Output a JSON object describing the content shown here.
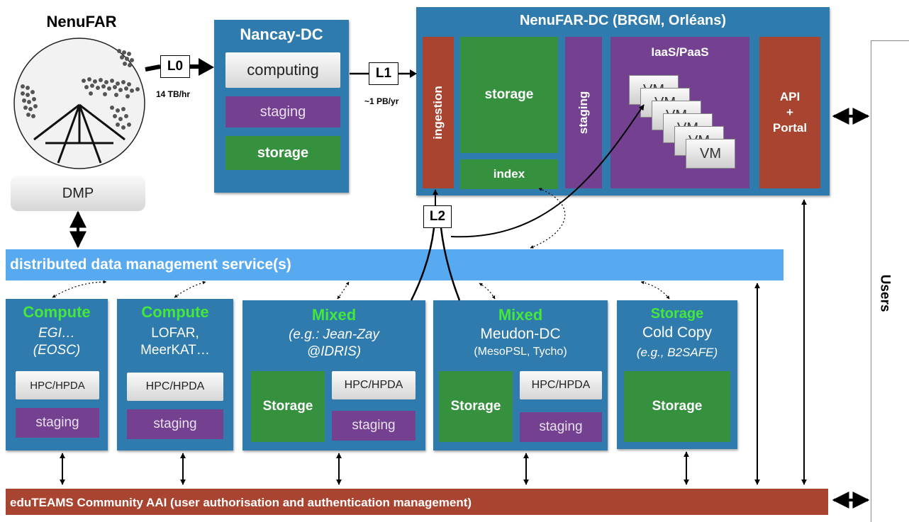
{
  "nenufar": {
    "title": "NenuFAR",
    "dmp": "DMP"
  },
  "links": {
    "l0": "L0",
    "l0_rate": "14 TB/hr",
    "l1": "L1",
    "l1_rate": "~1 PB/yr",
    "l2": "L2"
  },
  "nancay": {
    "title": "Nancay-DC",
    "computing": "computing",
    "staging": "staging",
    "storage": "storage"
  },
  "nenufar_dc": {
    "title": "NenuFAR-DC (BRGM, Orléans)",
    "ingestion": "ingestion",
    "storage": "storage",
    "index": "index",
    "staging": "staging",
    "iaas": "IaaS/PaaS",
    "vm": "VM",
    "api": "API\n+\nPortal"
  },
  "ddms": {
    "label": "distributed data management service(s)"
  },
  "sites": [
    {
      "title": "Compute",
      "line1": "EGI…",
      "line2": "(EOSC)",
      "hpc": "HPC/HPDA",
      "staging": "staging"
    },
    {
      "title": "Compute",
      "line1": "LOFAR,",
      "line2": "MeerKAT…",
      "hpc": "HPC/HPDA",
      "staging": "staging"
    },
    {
      "title": "Mixed",
      "line1": "(e.g.: Jean-Zay",
      "line2": "@IDRIS)",
      "storage": "Storage",
      "hpc": "HPC/HPDA",
      "staging": "staging"
    },
    {
      "title": "Mixed",
      "line1": "Meudon-DC",
      "line2": "(MesoPSL, Tycho)",
      "storage": "Storage",
      "hpc": "HPC/HPDA",
      "staging": "staging"
    },
    {
      "title": "Storage",
      "line1": "Cold Copy",
      "line2": "(e.g., B2SAFE)",
      "storage": "Storage"
    }
  ],
  "aai": {
    "label": "eduTEAMS Community AAI (user authorisation and authentication management)"
  },
  "users": {
    "label": "Users"
  },
  "colors": {
    "blue": "#2f7bad",
    "green": "#36913f",
    "purple": "#744090",
    "red": "#a8442f",
    "light_blue": "#58aaf0",
    "title_green": "#43e83a"
  }
}
